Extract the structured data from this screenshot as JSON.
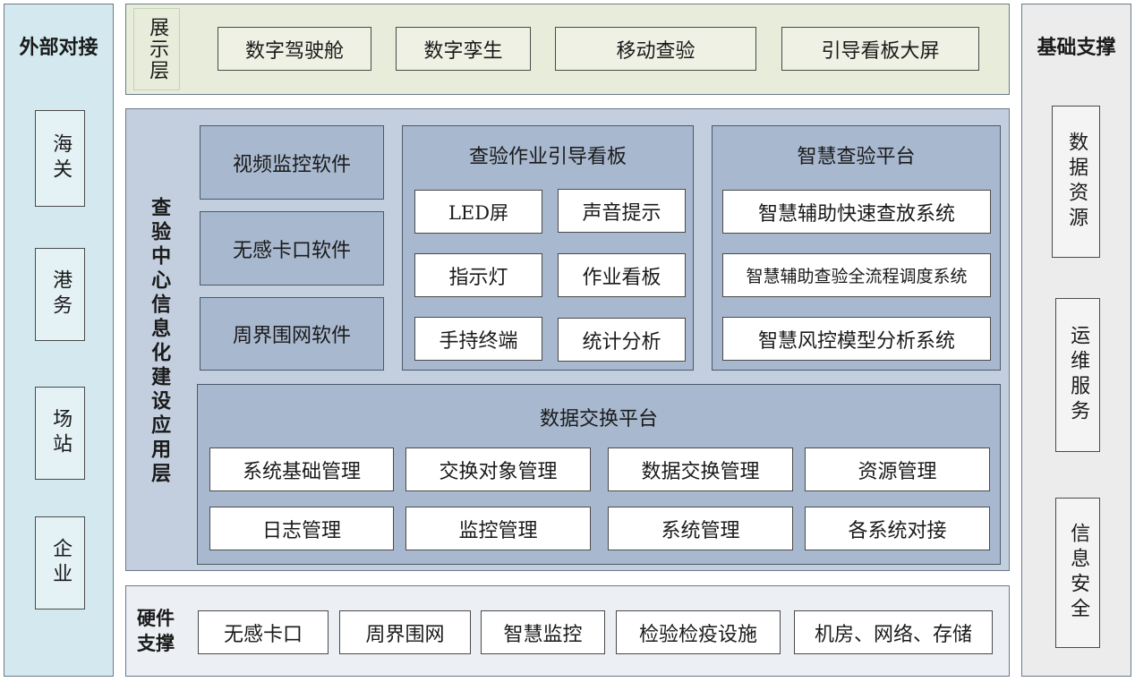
{
  "external": {
    "title": "外部对接",
    "items": [
      "海关",
      "港务",
      "场站",
      "企业"
    ]
  },
  "support": {
    "title": "基础支撑",
    "items": [
      "数据资源",
      "运维服务",
      "信息安全"
    ]
  },
  "display_layer": {
    "title": "展示层",
    "items": [
      "数字驾驶舱",
      "数字孪生",
      "移动查验",
      "引导看板大屏"
    ]
  },
  "app_layer": {
    "title": "查验中心信息化建设应用层",
    "software": [
      "视频监控软件",
      "无感卡口软件",
      "周界围网软件"
    ],
    "guide_board": {
      "title": "查验作业引导看板",
      "items": [
        "LED屏",
        "声音提示",
        "指示灯",
        "作业看板",
        "手持终端",
        "统计分析"
      ]
    },
    "smart_platform": {
      "title": "智慧查验平台",
      "items": [
        "智慧辅助快速查放系统",
        "智慧辅助查验全流程调度系统",
        "智慧风控模型分析系统"
      ]
    },
    "exchange_platform": {
      "title": "数据交换平台",
      "items": [
        "系统基础管理",
        "交换对象管理",
        "数据交换管理",
        "资源管理",
        "日志管理",
        "监控管理",
        "系统管理",
        "各系统对接"
      ]
    }
  },
  "hardware": {
    "title": "硬件支撑",
    "items": [
      "无感卡口",
      "周界围网",
      "智慧监控",
      "检验检疫设施",
      "机房、网络、存储"
    ]
  },
  "colors": {
    "external_bg": "#d3e9ef",
    "support_bg": "#ececec",
    "display_bg": "#e8ecda",
    "app_bg": "#c3cfde",
    "module_bg": "#a8b8cf",
    "hardware_bg": "#eceff3"
  }
}
